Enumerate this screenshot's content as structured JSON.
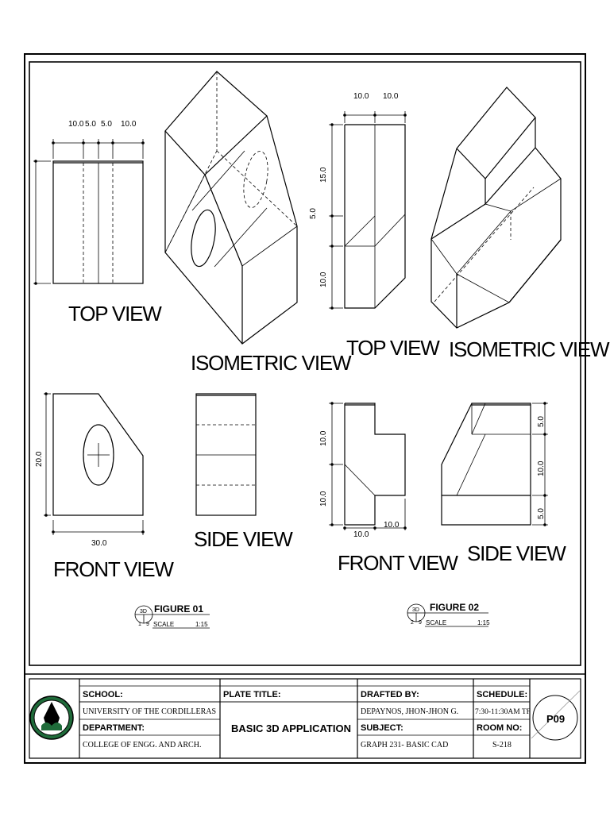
{
  "figure1": {
    "top_view_label": "TOP VIEW",
    "isometric_label": "ISOMETRIC VIEW",
    "front_view_label": "FRONT VIEW",
    "side_view_label": "SIDE VIEW",
    "dims_top": [
      "10.0",
      "5.0",
      "5.0",
      "10.0"
    ],
    "dim_front_height": "20.0",
    "dim_front_width": "30.0",
    "caption": {
      "title": "FIGURE 01",
      "bubble_top": "3D",
      "bubble_left": "1",
      "bubble_right": "9",
      "scale_label": "SCALE",
      "scale_value": "1:15"
    }
  },
  "figure2": {
    "top_view_label": "TOP VIEW",
    "isometric_label": "ISOMETRIC VIEW",
    "front_view_label": "FRONT VIEW",
    "side_view_label": "SIDE VIEW",
    "dims_top_horizontal": [
      "10.0",
      "10.0"
    ],
    "dims_top_vertical": [
      "15.0",
      "5.0",
      "10.0"
    ],
    "dims_front_vertical": [
      "10.0",
      "10.0"
    ],
    "dims_front_horizontal": [
      "10.0",
      "10.0"
    ],
    "dims_side_vertical": [
      "5.0",
      "10.0",
      "5.0"
    ],
    "caption": {
      "title": "FIGURE 02",
      "bubble_top": "3D",
      "bubble_left": "2",
      "bubble_right": "9",
      "scale_label": "SCALE",
      "scale_value": "1:15"
    }
  },
  "title_block": {
    "school_label": "SCHOOL:",
    "school_value": "UNIVERSITY OF THE CORDILLERAS",
    "department_label": "DEPARTMENT:",
    "department_value": "COLLEGE OF ENGG. AND ARCH.",
    "plate_title_label": "PLATE TITLE:",
    "plate_title_value": "BASIC 3D APPLICATION",
    "drafted_by_label": "DRAFTED BY:",
    "drafted_by_value": "DEPAYNOS, JHON-JHON G.",
    "subject_label": "SUBJECT:",
    "subject_value": "GRAPH 231- BASIC CAD",
    "schedule_label": "SCHEDULE:",
    "schedule_value": "7:30-11:30AM TF",
    "room_label": "ROOM NO:",
    "room_value": "S-218",
    "plate_number": "P09"
  }
}
